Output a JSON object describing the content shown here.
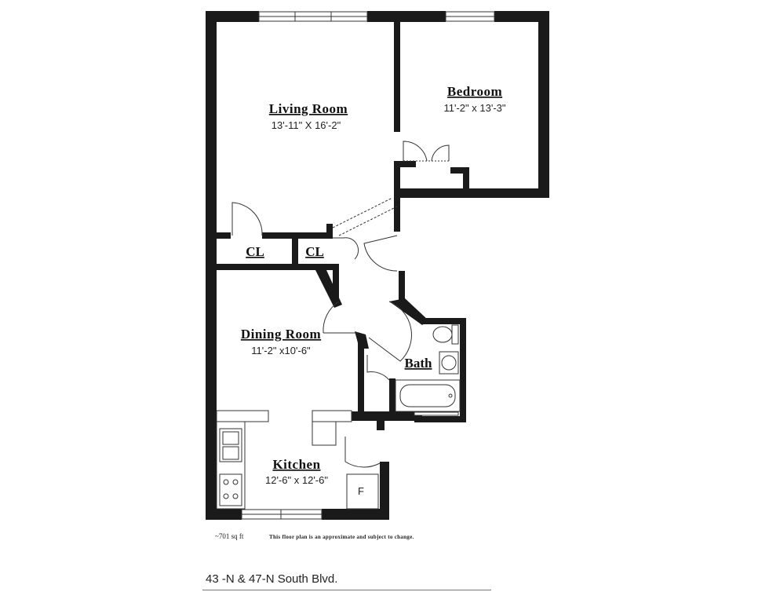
{
  "rooms": {
    "living_room": {
      "name": "Living Room",
      "dims": "13'-11\" X 16'-2\""
    },
    "bedroom": {
      "name": "Bedroom",
      "dims": "11'-2\" x 13'-3\""
    },
    "closet_1": {
      "name": "CL"
    },
    "closet_2": {
      "name": "CL"
    },
    "dining_room": {
      "name": "Dining Room",
      "dims": "11'-2\" x10'-6\""
    },
    "bath": {
      "name": "Bath"
    },
    "kitchen": {
      "name": "Kitchen",
      "dims": "12'-6\" x 12'-6\""
    }
  },
  "fridge_label": "F",
  "area_note": "~701 sq ft",
  "disclaimer": "This floor plan is an approximate and subject to change.",
  "address": "43 -N & 47-N South Blvd.",
  "colors": {
    "wall": "#1a1a1a",
    "line": "#333333"
  }
}
